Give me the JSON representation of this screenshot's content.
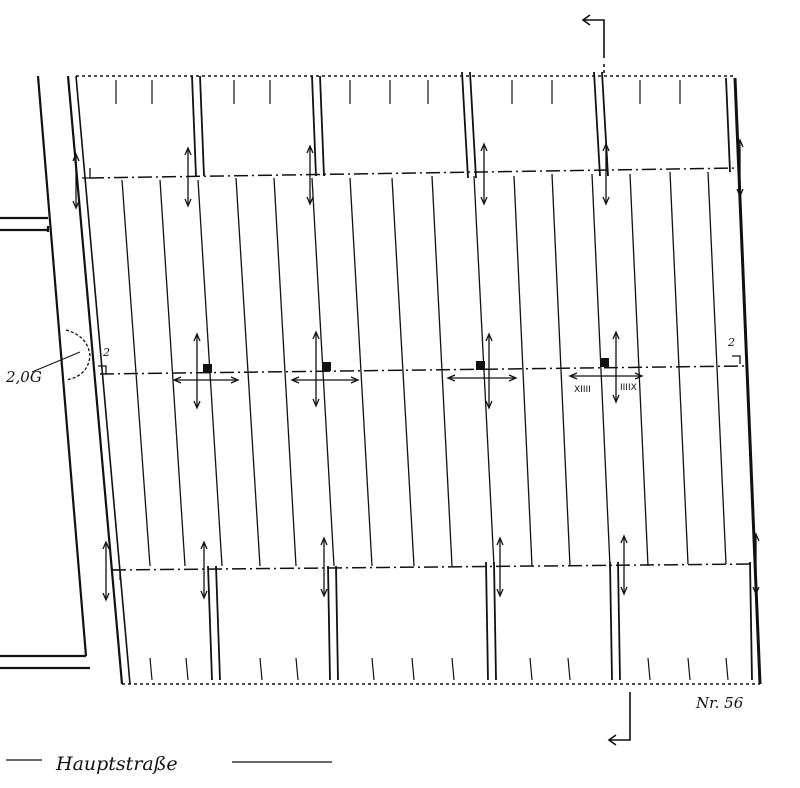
{
  "labels": {
    "street": "Hauptstraße",
    "house_number": "Nr. 56",
    "level_note": "2,0G",
    "mark_left": "2",
    "mark_right": "2",
    "roman_left": "XIIII",
    "roman_right": "IIIIX"
  },
  "icons": {
    "section_arrow_top": "arrow-left-icon",
    "section_arrow_bottom": "arrow-left-icon",
    "direction_arrows": "double-headed-arrow-icon",
    "posts": "square-post-icon"
  }
}
